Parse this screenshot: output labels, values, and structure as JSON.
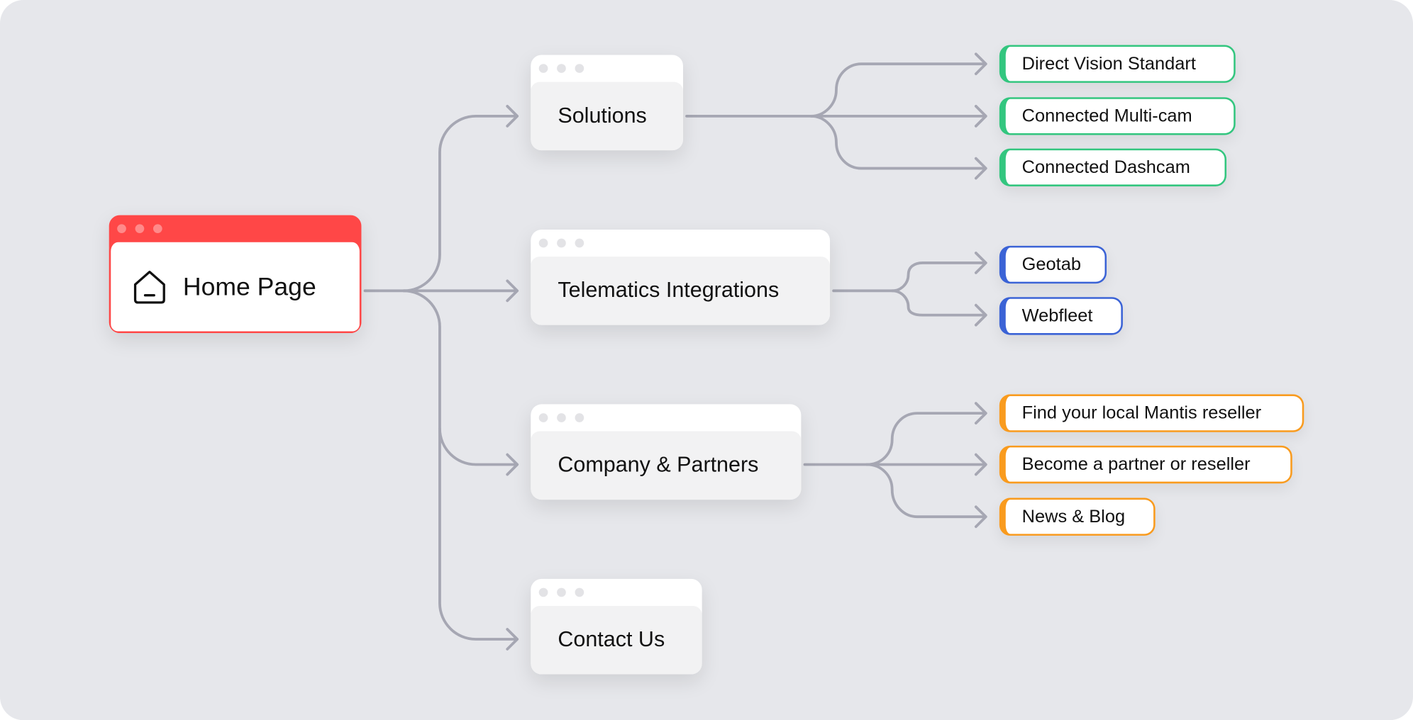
{
  "home": {
    "label": "Home Page",
    "icon": "home-icon"
  },
  "pages": [
    {
      "label": "Solutions"
    },
    {
      "label": "Telematics Integrations"
    },
    {
      "label": "Company & Partners"
    },
    {
      "label": "Contact Us"
    }
  ],
  "solutions_children": [
    "Direct Vision Standart",
    "Connected Multi-cam",
    "Connected Dashcam"
  ],
  "telematics_children": [
    "Geotab",
    "Webfleet"
  ],
  "company_children": [
    "Find your local Mantis reseller",
    "Become a partner or reseller",
    "News & Blog"
  ],
  "colors": {
    "home": "#ff4747",
    "solutions": "#33c67f",
    "telematics": "#3b63d6",
    "company": "#f99b1e",
    "connector": "#a6a7b3"
  }
}
